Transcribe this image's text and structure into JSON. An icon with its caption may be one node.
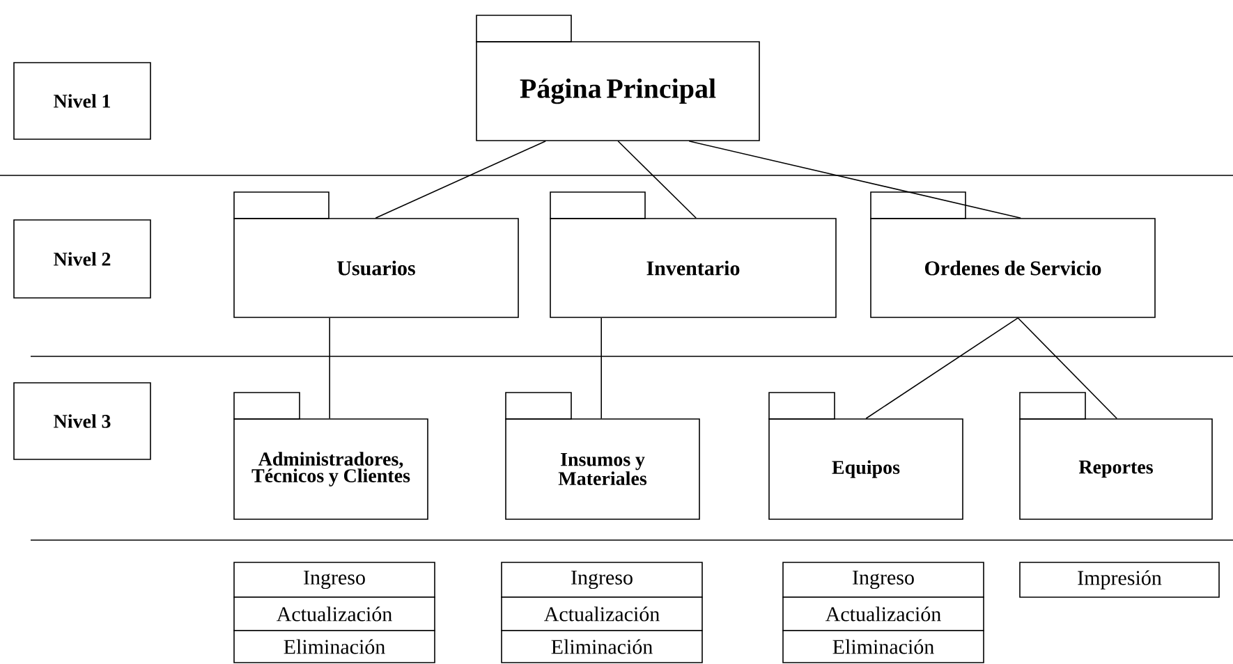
{
  "diagram": {
    "nodes": [
      {
        "text": [
          "Nivel 1"
        ]
      },
      {
        "text": [
          "Página Principal"
        ]
      },
      {
        "text": [
          "Nivel 2"
        ]
      },
      {
        "text": [
          "Usuarios"
        ]
      },
      {
        "text": [
          "Inventario"
        ]
      },
      {
        "text": [
          "Ordenes de Servicio"
        ]
      },
      {
        "text": [
          "Nivel 3"
        ]
      },
      {
        "text": [
          "Administradores, Técnicos y Clientes"
        ]
      },
      {
        "text": [
          "Insumos y Materiales"
        ]
      },
      {
        "text": [
          "Equipos"
        ]
      },
      {
        "text": [
          "Reportes"
        ]
      },
      {
        "text": [
          "Ingreso"
        ]
      },
      {
        "text": [
          "Ingreso"
        ]
      },
      {
        "text": [
          "Ingreso"
        ]
      },
      {
        "text": [
          "Impresión"
        ]
      },
      {
        "text": [
          "Actualización"
        ]
      },
      {
        "text": [
          "Actualización"
        ]
      },
      {
        "text": [
          "Actualización"
        ]
      },
      {
        "text": [
          "Eliminación"
        ]
      },
      {
        "text": [
          "Eliminación"
        ]
      },
      {
        "text": [
          "Eliminación"
        ]
      }
    ],
    "edges": [
      {
        "from": 1,
        "to": 3,
        "arrow": "none"
      },
      {
        "from": 1,
        "to": 4,
        "arrow": "none"
      },
      {
        "from": 1,
        "to": 5,
        "arrow": "none"
      },
      {
        "from": 3,
        "to": 7,
        "arrow": "none"
      },
      {
        "from": 4,
        "to": 8,
        "arrow": "none"
      },
      {
        "from": 5,
        "to": 9,
        "arrow": "none"
      },
      {
        "from": 5,
        "to": 10,
        "arrow": "none"
      }
    ]
  }
}
